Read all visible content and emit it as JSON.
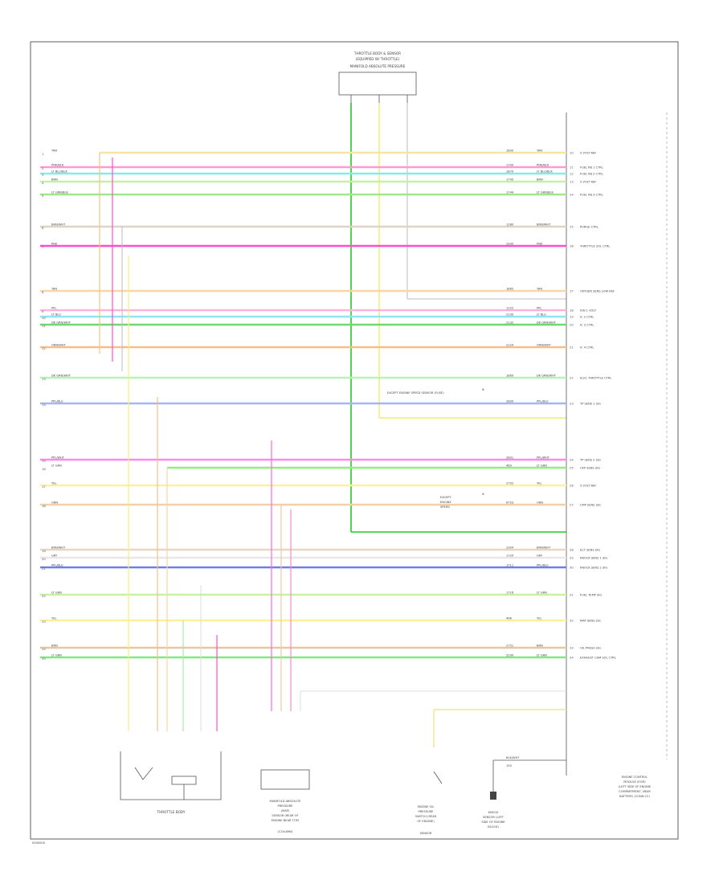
{
  "top_component": {
    "line1": "THROTTLE BODY & SENSOR",
    "line2": "(EQUIPPED W/ THROTTLE)",
    "line3": "MANIFOLD ABSOLUTE PRESSURE"
  },
  "bottom_left_label": "0000000",
  "ecm_label": [
    "ENGINE CONTROL",
    "MODULE (ECM)",
    "(LEFT SIDE OF ENGINE",
    "COMPARTMENT, NEAR",
    "BATTERY) (CONN C2)"
  ],
  "throttle_label": "THROTTLE BODY",
  "map_label": [
    "MANIFOLD ABSOLUTE",
    "PRESSURE",
    "(MAP)",
    "SENSOR (REAR OF",
    "ENGINE NEAR TOP)",
    "(COLUMN)"
  ],
  "oil_label": [
    "ENGINE OIL",
    "PRESSURE",
    "SWITCH (REAR",
    "OF ENGINE)",
    "SENSOR"
  ],
  "knock_label": [
    "KNOCK",
    "SENSOR (LEFT",
    "SIDE OF ENGINE",
    "BLOCK)"
  ],
  "mid_note_1": "EXCEPT ENGINE SPEED SENSOR (FUSE)",
  "mid_note_2": [
    "EXCEPT",
    "ENGINE",
    "SPEED"
  ],
  "bottom_wire_label": "BLK/WHT",
  "bottom_wire_label2": "150",
  "wires": [
    {
      "color": "#f7e5a6",
      "label": "TAN",
      "right": "TAN",
      "code": "1800",
      "desc": "5 VOLT REF"
    },
    {
      "color": "#ff9ad8",
      "label": "PNK/BLK",
      "right": "PNK/BLK",
      "code": "1700",
      "desc": "FUEL INJ 1 CTRL"
    },
    {
      "color": "#88e9e9",
      "label": "LT BLU/BLK",
      "right": "LT BLU/BLK",
      "code": "1870",
      "desc": "FUEL INJ 2 CTRL"
    },
    {
      "color": "#c7f0a5",
      "label": "BRN",
      "right": "BRN",
      "code": "1745",
      "desc": "5 VOLT REF"
    },
    {
      "color": "#9fe88f",
      "label": "LT GRN/BLK",
      "right": "LT GRN/BLK",
      "code": "1744",
      "desc": "FUEL INJ 3 CTRL"
    },
    {
      "color": "#e0d2c5",
      "label": "BRN/WHT",
      "right": "BRN/WHT",
      "code": "1280",
      "desc": "PURGE CTRL"
    },
    {
      "color": "#ff4fd0",
      "label": "PNK",
      "right": "PNK",
      "code": "2900",
      "desc": "THROTTLE SOL CTRL"
    },
    {
      "color": "#f9d6a6",
      "label": "TAN",
      "right": "TAN",
      "code": "1865",
      "desc": "OXYGEN SENS LOW REF"
    },
    {
      "color": "#ffb3d9",
      "label": "PPL",
      "right": "PPL",
      "code": "1225",
      "desc": "IGN 1 VOLT"
    },
    {
      "color": "#8fe4f5",
      "label": "LT BLU",
      "right": "LT BLU",
      "code": "2190",
      "desc": "IC 2 CTRL"
    },
    {
      "color": "#6fd96f",
      "label": "DK GRN/WHT",
      "right": "DK GRN/WHT",
      "code": "2132",
      "desc": "IC 3 CTRL"
    },
    {
      "color": "#f4bf8c",
      "label": "ORN/WHT",
      "right": "ORN/WHT",
      "code": "2124",
      "desc": "IC 4 CTRL"
    },
    {
      "color": "#b7f2b7",
      "label": "DK GRN/WHT",
      "right": "DK GRN/WHT",
      "code": "1869",
      "desc": "ELEC THROTTLE CTRL"
    },
    {
      "color": "#a8b4f5",
      "label": "PPL/BLU",
      "right": "PPL/BLU",
      "code": "2800",
      "desc": "TP SENS 1 SIG"
    },
    {
      "color": "#ff88ee",
      "label": "PPL/WHT",
      "right": "PPL/WHT",
      "code": "2801",
      "desc": "TP SENS 2 SIG"
    },
    {
      "color": "#8ff07a",
      "label": "LT GRN",
      "right": "LT GRN",
      "code": "469",
      "desc": "CKP SENS SIG"
    },
    {
      "color": "#fff09a",
      "label": "YEL",
      "right": "YEL",
      "code": "2702",
      "desc": "5 VOLT REF"
    },
    {
      "color": "#f5cfa6",
      "label": "ORN",
      "right": "ORN",
      "code": "6753",
      "desc": "CMP SENS SIG"
    },
    {
      "color": "#e8d6c6",
      "label": "BRN/WHT",
      "right": "BRN/WHT",
      "code": "2304",
      "desc": "ECT SENS SIG"
    },
    {
      "color": "#e8e8e8",
      "label": "GRY",
      "right": "GRY",
      "code": "1720",
      "desc": "KNOCK SENS 1 SIG"
    },
    {
      "color": "#6e7fe8",
      "label": "PPL/BLU",
      "right": "PPL/BLU",
      "code": "1711",
      "desc": "KNOCK SENS 2 SIG"
    },
    {
      "color": "#c8f2a0",
      "label": "LT GRN",
      "right": "LT GRN",
      "code": "1716",
      "desc": "FUEL TEMP SIG"
    },
    {
      "color": "#ffef9c",
      "label": "YEL",
      "right": "YEL",
      "code": "466",
      "desc": "MAP SENS SIG"
    },
    {
      "color": "#e8c6a3",
      "label": "BRN",
      "right": "BRN",
      "code": "2751",
      "desc": "OIL PRESS SIG"
    },
    {
      "color": "#7fea7f",
      "label": "LT GRN",
      "right": "LT GRN",
      "code": "5290",
      "desc": "EXHAUST CAM SOL CTRL"
    }
  ]
}
